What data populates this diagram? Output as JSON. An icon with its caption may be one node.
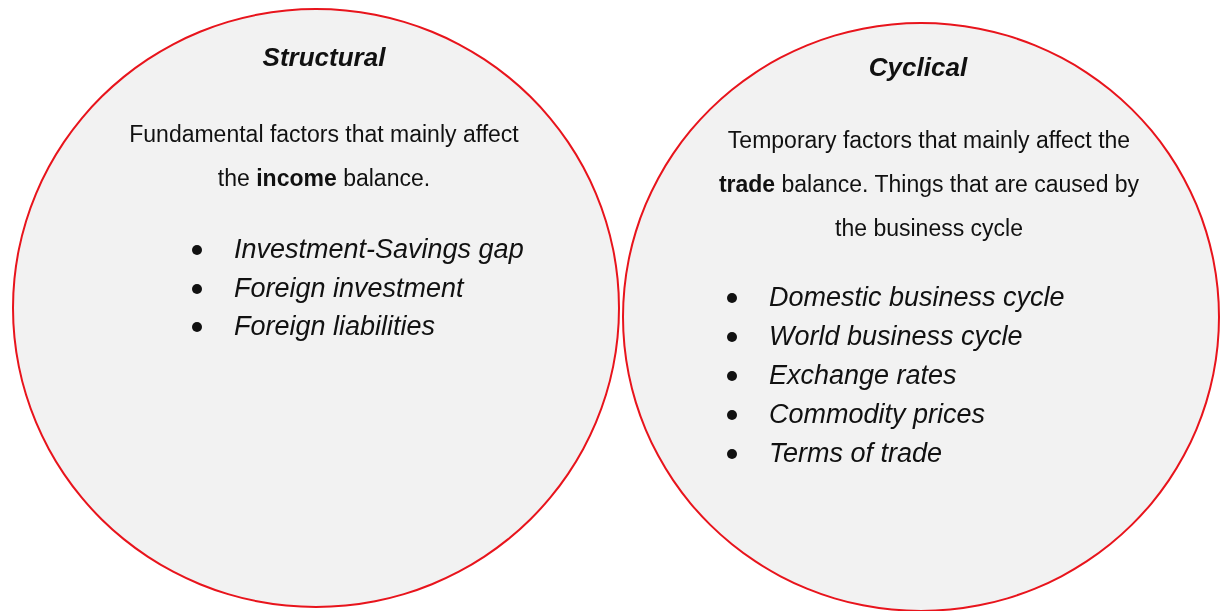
{
  "diagram": {
    "nodes": [
      {
        "text": [
          "Structural",
          "Fundamental factors that mainly affect the **income** balance.",
          "Investment-Savings gap",
          "Foreign investment",
          "Foreign liabilities"
        ]
      },
      {
        "text": [
          "Cyclical",
          "Temporary factors that mainly affect the **trade** balance. Things that are caused by the business cycle",
          "Domestic business cycle",
          "World business cycle",
          "Exchange rates",
          "Commodity prices",
          "Terms of trade"
        ]
      }
    ]
  }
}
